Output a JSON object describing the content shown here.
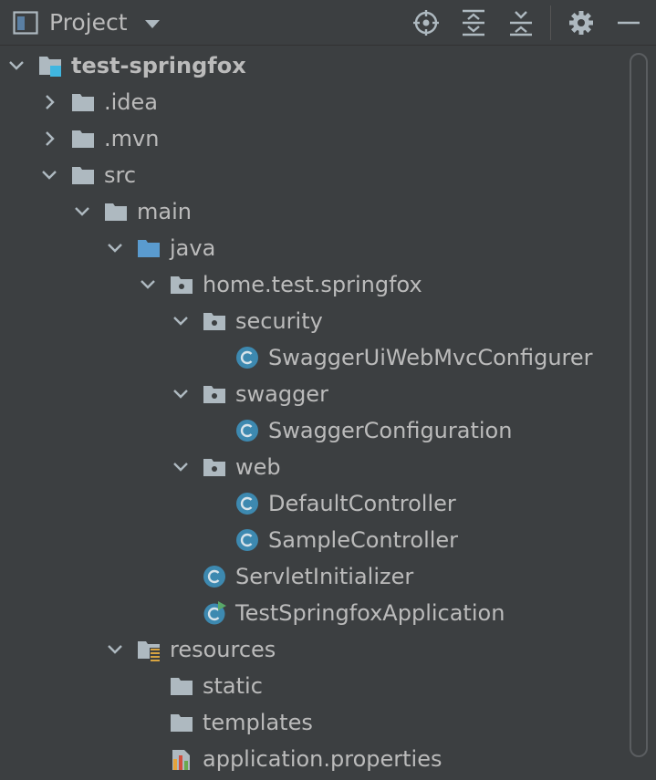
{
  "header": {
    "title": "Project",
    "buttons": [
      "locate-icon",
      "expand-all-icon",
      "collapse-all-icon",
      "gear-icon",
      "minimize-icon"
    ]
  },
  "tree": [
    {
      "label": "test-springfox",
      "icon": "module",
      "depth": 0,
      "expanded": true,
      "bold": true
    },
    {
      "label": ".idea",
      "icon": "folder",
      "depth": 1,
      "expanded": false
    },
    {
      "label": ".mvn",
      "icon": "folder",
      "depth": 1,
      "expanded": false
    },
    {
      "label": "src",
      "icon": "folder",
      "depth": 1,
      "expanded": true
    },
    {
      "label": "main",
      "icon": "folder",
      "depth": 2,
      "expanded": true
    },
    {
      "label": "java",
      "icon": "source-folder",
      "depth": 3,
      "expanded": true
    },
    {
      "label": "home.test.springfox",
      "icon": "package",
      "depth": 4,
      "expanded": true
    },
    {
      "label": "security",
      "icon": "package",
      "depth": 5,
      "expanded": true
    },
    {
      "label": "SwaggerUiWebMvcConfigurer",
      "icon": "class",
      "depth": 6,
      "leaf": true
    },
    {
      "label": "swagger",
      "icon": "package",
      "depth": 5,
      "expanded": true
    },
    {
      "label": "SwaggerConfiguration",
      "icon": "class",
      "depth": 6,
      "leaf": true
    },
    {
      "label": "web",
      "icon": "package",
      "depth": 5,
      "expanded": true
    },
    {
      "label": "DefaultController",
      "icon": "class",
      "depth": 6,
      "leaf": true
    },
    {
      "label": "SampleController",
      "icon": "class",
      "depth": 6,
      "leaf": true
    },
    {
      "label": "ServletInitializer",
      "icon": "class",
      "depth": 5,
      "leaf": true
    },
    {
      "label": "TestSpringfoxApplication",
      "icon": "runnable-class",
      "depth": 5,
      "leaf": true
    },
    {
      "label": "resources",
      "icon": "resources-folder",
      "depth": 3,
      "expanded": true
    },
    {
      "label": "static",
      "icon": "folder",
      "depth": 4,
      "leaf": true
    },
    {
      "label": "templates",
      "icon": "folder",
      "depth": 4,
      "leaf": true
    },
    {
      "label": "application.properties",
      "icon": "properties-file",
      "depth": 4,
      "leaf": true
    }
  ],
  "colors": {
    "background": "#3c3f41",
    "text": "#bbbbbb",
    "folder": "#aeb9c0",
    "class_icon": "#3d89b0",
    "source_folder": "#5a9bcf",
    "run_marker": "#59a869",
    "module_marker": "#40b6e0"
  }
}
